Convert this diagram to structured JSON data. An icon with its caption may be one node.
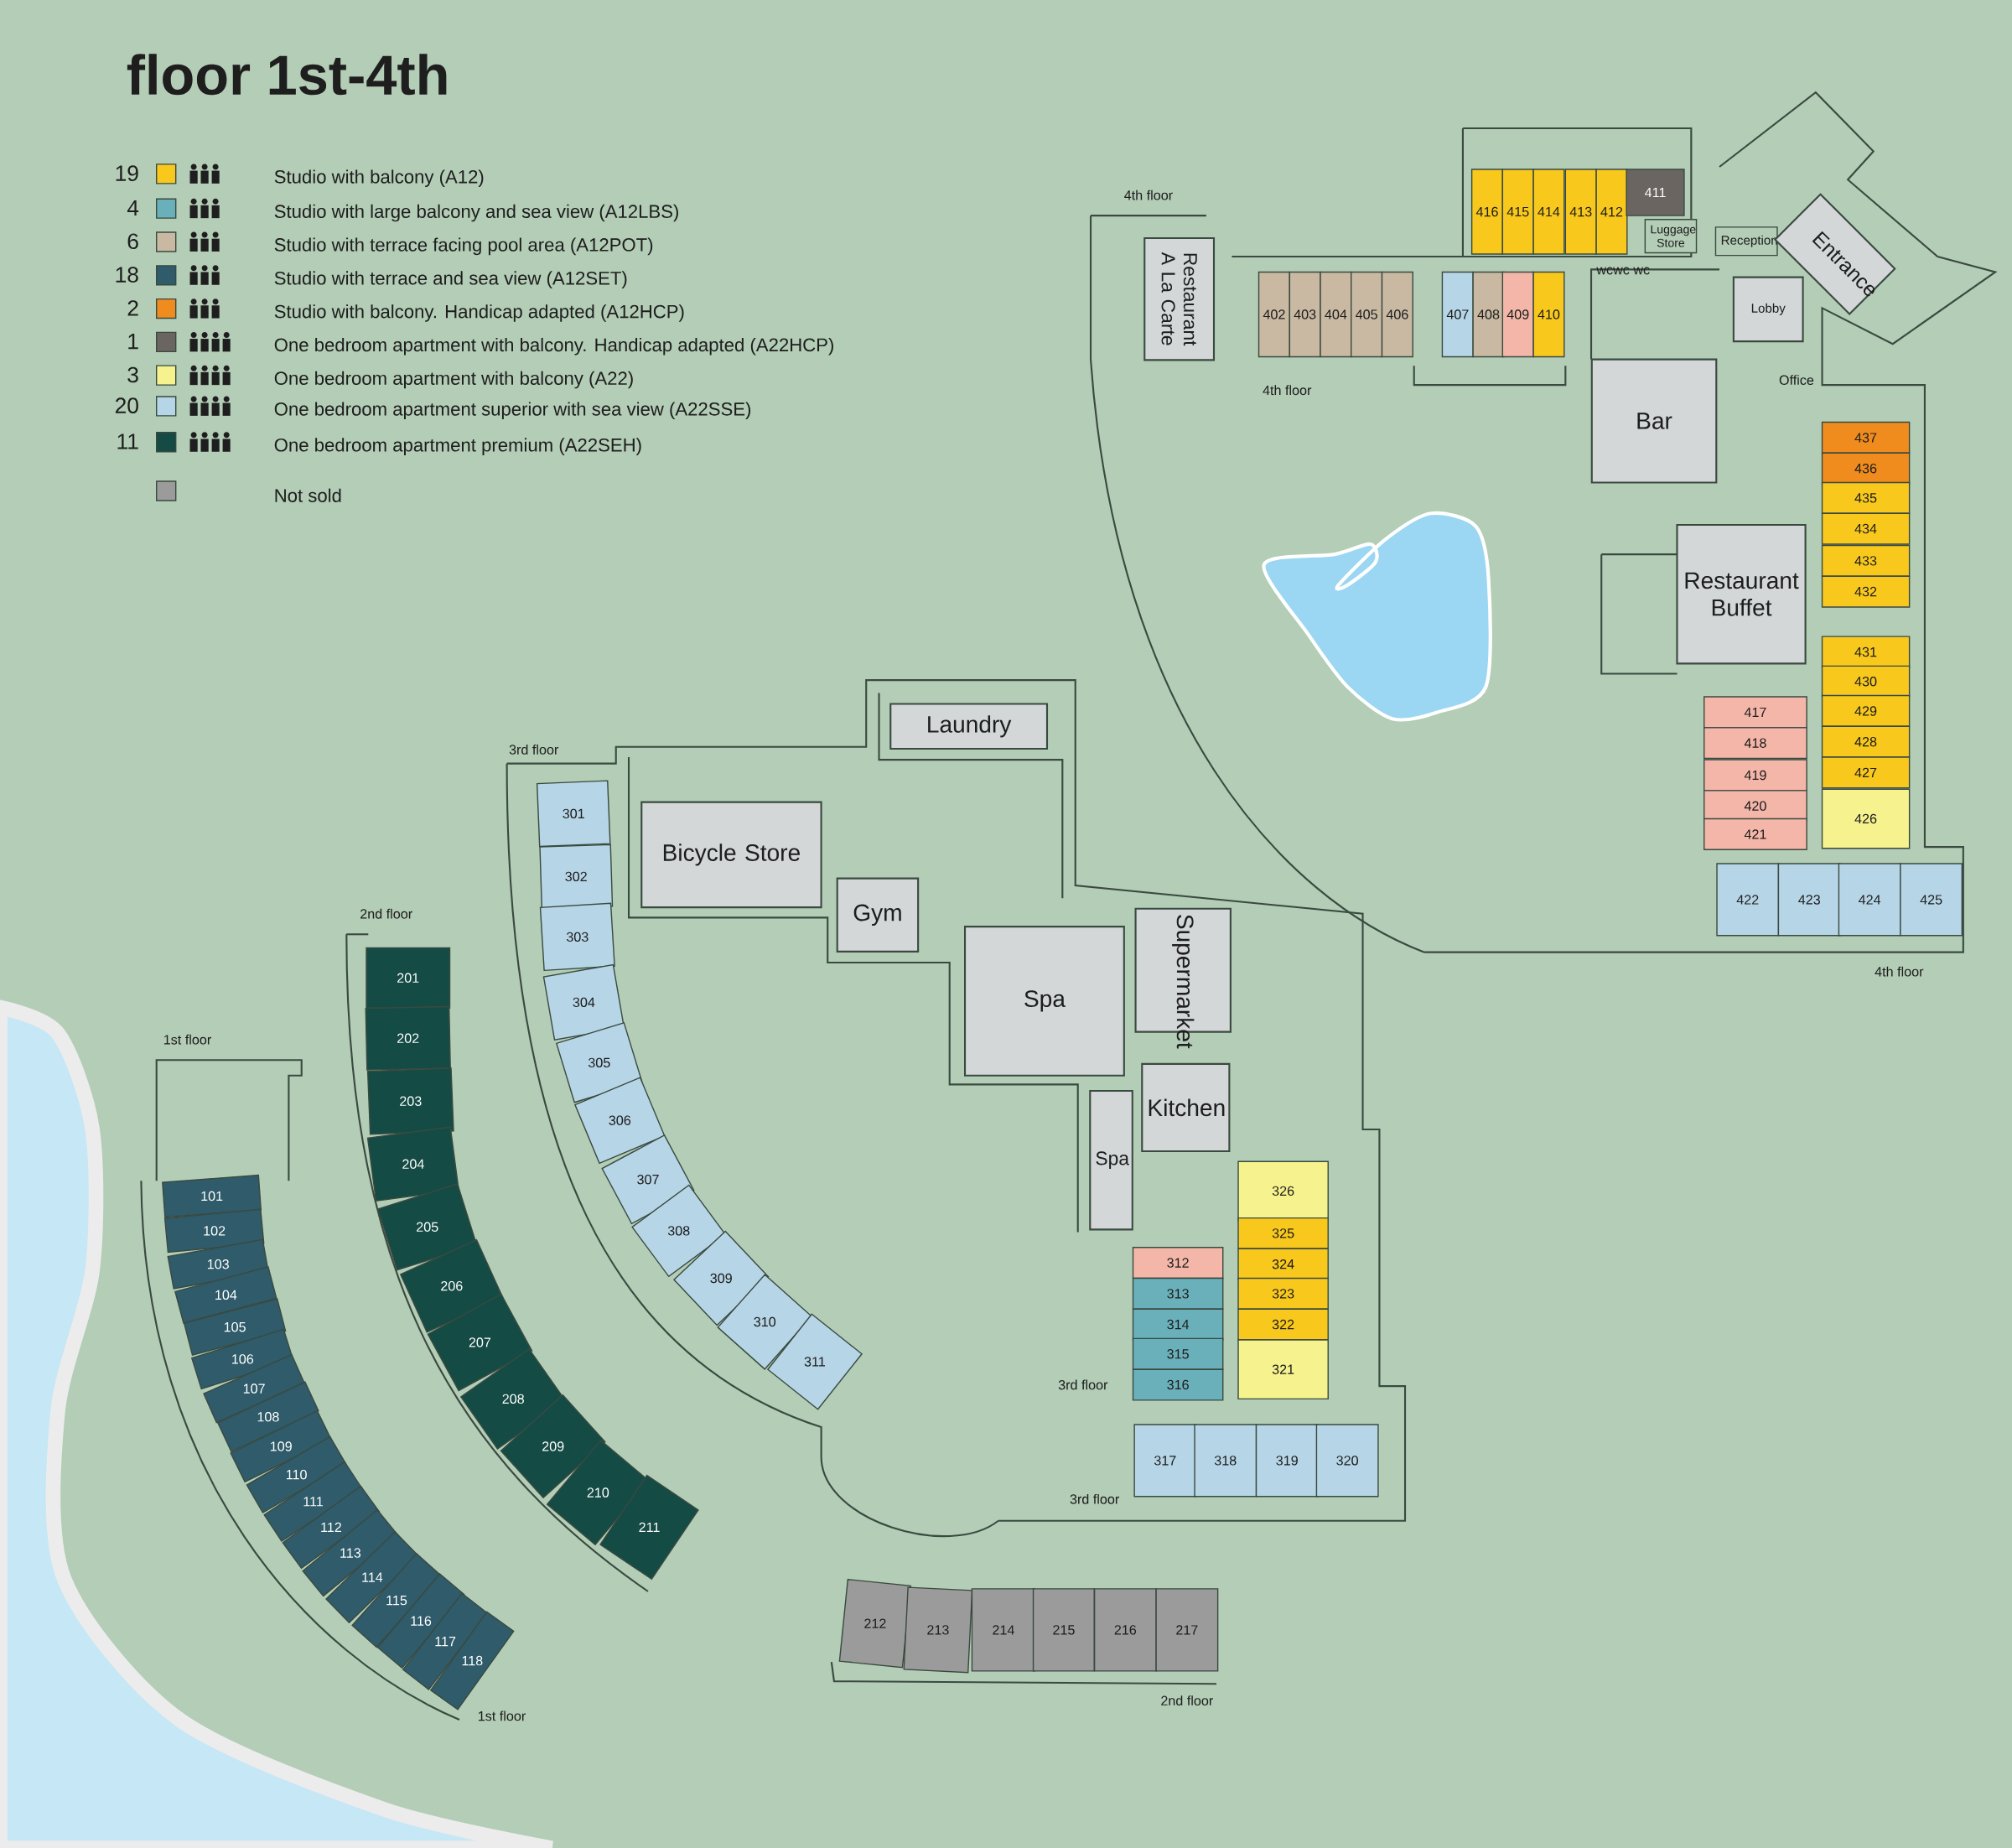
{
  "diagram": {
    "title": "floor 1st-4th",
    "nodes": [
      {
        "text": [
          "Restaurant A La Carte"
        ]
      },
      {
        "text": [
          "Luggage Store"
        ]
      },
      {
        "text": [
          "Reception"
        ]
      },
      {
        "text": [
          "Entrance"
        ]
      },
      {
        "text": [
          "Lobby"
        ]
      },
      {
        "text": [
          "Bar"
        ]
      },
      {
        "text": [
          "Restaurant Buffet"
        ]
      },
      {
        "text": [
          "Laundry"
        ]
      },
      {
        "text": [
          "Bicycle Store"
        ]
      },
      {
        "text": [
          "Gym"
        ]
      },
      {
        "text": [
          "Spa"
        ]
      },
      {
        "text": [
          "Supermarket"
        ]
      },
      {
        "text": [
          "Kitchen"
        ]
      },
      {
        "text": [
          "Spa"
        ]
      },
      {
        "text": [
          "416"
        ]
      },
      {
        "text": [
          "415"
        ]
      },
      {
        "text": [
          "414"
        ]
      },
      {
        "text": [
          "413"
        ]
      },
      {
        "text": [
          "412"
        ]
      },
      {
        "text": [
          "411"
        ]
      },
      {
        "text": [
          "402"
        ]
      },
      {
        "text": [
          "403"
        ]
      },
      {
        "text": [
          "404"
        ]
      },
      {
        "text": [
          "405"
        ]
      },
      {
        "text": [
          "406"
        ]
      },
      {
        "text": [
          "407"
        ]
      },
      {
        "text": [
          "408"
        ]
      },
      {
        "text": [
          "409"
        ]
      },
      {
        "text": [
          "410"
        ]
      },
      {
        "text": [
          "437"
        ]
      },
      {
        "text": [
          "436"
        ]
      },
      {
        "text": [
          "435"
        ]
      },
      {
        "text": [
          "434"
        ]
      },
      {
        "text": [
          "433"
        ]
      },
      {
        "text": [
          "432"
        ]
      },
      {
        "text": [
          "431"
        ]
      },
      {
        "text": [
          "430"
        ]
      },
      {
        "text": [
          "429"
        ]
      },
      {
        "text": [
          "428"
        ]
      },
      {
        "text": [
          "427"
        ]
      },
      {
        "text": [
          "426"
        ]
      },
      {
        "text": [
          "417"
        ]
      },
      {
        "text": [
          "418"
        ]
      },
      {
        "text": [
          "419"
        ]
      },
      {
        "text": [
          "420"
        ]
      },
      {
        "text": [
          "421"
        ]
      },
      {
        "text": [
          "422"
        ]
      },
      {
        "text": [
          "423"
        ]
      },
      {
        "text": [
          "424"
        ]
      },
      {
        "text": [
          "425"
        ]
      },
      {
        "text": [
          "301"
        ]
      },
      {
        "text": [
          "302"
        ]
      },
      {
        "text": [
          "303"
        ]
      },
      {
        "text": [
          "304"
        ]
      },
      {
        "text": [
          "305"
        ]
      },
      {
        "text": [
          "306"
        ]
      },
      {
        "text": [
          "307"
        ]
      },
      {
        "text": [
          "308"
        ]
      },
      {
        "text": [
          "309"
        ]
      },
      {
        "text": [
          "310"
        ]
      },
      {
        "text": [
          "311"
        ]
      },
      {
        "text": [
          "201"
        ]
      },
      {
        "text": [
          "202"
        ]
      },
      {
        "text": [
          "203"
        ]
      },
      {
        "text": [
          "204"
        ]
      },
      {
        "text": [
          "205"
        ]
      },
      {
        "text": [
          "206"
        ]
      },
      {
        "text": [
          "207"
        ]
      },
      {
        "text": [
          "208"
        ]
      },
      {
        "text": [
          "209"
        ]
      },
      {
        "text": [
          "210"
        ]
      },
      {
        "text": [
          "211"
        ]
      },
      {
        "text": [
          "312"
        ]
      },
      {
        "text": [
          "313"
        ]
      },
      {
        "text": [
          "314"
        ]
      },
      {
        "text": [
          "315"
        ]
      },
      {
        "text": [
          "316"
        ]
      },
      {
        "text": [
          "326"
        ]
      },
      {
        "text": [
          "325"
        ]
      },
      {
        "text": [
          "324"
        ]
      },
      {
        "text": [
          "323"
        ]
      },
      {
        "text": [
          "322"
        ]
      },
      {
        "text": [
          "321"
        ]
      },
      {
        "text": [
          "317"
        ]
      },
      {
        "text": [
          "318"
        ]
      },
      {
        "text": [
          "319"
        ]
      },
      {
        "text": [
          "320"
        ]
      },
      {
        "text": [
          "101"
        ]
      },
      {
        "text": [
          "102"
        ]
      },
      {
        "text": [
          "103"
        ]
      },
      {
        "text": [
          "104"
        ]
      },
      {
        "text": [
          "105"
        ]
      },
      {
        "text": [
          "106"
        ]
      },
      {
        "text": [
          "107"
        ]
      },
      {
        "text": [
          "108"
        ]
      },
      {
        "text": [
          "109"
        ]
      },
      {
        "text": [
          "110"
        ]
      },
      {
        "text": [
          "111"
        ]
      },
      {
        "text": [
          "112"
        ]
      },
      {
        "text": [
          "113"
        ]
      },
      {
        "text": [
          "114"
        ]
      },
      {
        "text": [
          "115"
        ]
      },
      {
        "text": [
          "116"
        ]
      },
      {
        "text": [
          "117"
        ]
      },
      {
        "text": [
          "118"
        ]
      },
      {
        "text": [
          "212"
        ]
      },
      {
        "text": [
          "213"
        ]
      },
      {
        "text": [
          "214"
        ]
      },
      {
        "text": [
          "215"
        ]
      },
      {
        "text": [
          "216"
        ]
      },
      {
        "text": [
          "217"
        ]
      }
    ],
    "labels": [
      "19",
      "4",
      "6",
      "18",
      "2",
      "1",
      "3",
      "20",
      "11",
      "4th floor",
      "4th floor",
      "Office",
      "wcwc wc",
      "4th floor",
      "3rd floor",
      "2nd floor",
      "1st floor",
      "3rd floor",
      "3rd floor",
      "1st floor",
      "2nd floor"
    ],
    "legend": [
      {
        "text": "Studio with balcony (A12)",
        "color": "#f8c81c"
      },
      {
        "text": "Studio with large balcony and sea view (A12LBS)",
        "color": "#6ab0ba"
      },
      {
        "text": "Studio with terrace facing pool area (A12POT)",
        "color": "#c9b9a3"
      },
      {
        "text": "Studio with terrace and sea view (A12SET)",
        "color": "#2f5b6a"
      },
      {
        "text": "Studio with balcony. Handicap adapted (A12HCP)",
        "color": "#f08c1e"
      },
      {
        "text": "One bedroom apartment with balcony. Handicap adapted (A22HCP)",
        "color": "#6b6561"
      },
      {
        "text": "One bedroom apartment with balcony (A22)",
        "color": "#f6f28e"
      },
      {
        "text": "One bedroom apartment superior with sea view (A22SSE)",
        "color": "#b6d5e7"
      },
      {
        "text": "One bedroom apartment premium (A22SEH)",
        "color": "#154b45"
      },
      {
        "text": "Not sold",
        "color": "#9b9b9b"
      }
    ]
  }
}
